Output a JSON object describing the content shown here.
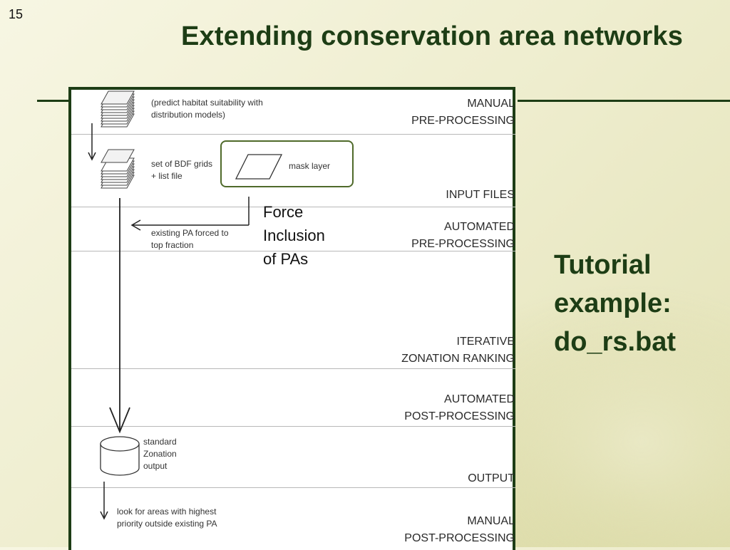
{
  "slide": {
    "number": "15",
    "title": "Extending conservation area networks",
    "tutorial_lines": [
      "Tutorial",
      "example:",
      "do_rs.bat"
    ]
  },
  "callout": {
    "lines": [
      "Force",
      "Inclusion",
      "of PAs"
    ]
  },
  "stages": [
    {
      "line1": "MANUAL",
      "line2": "PRE-PROCESSING"
    },
    {
      "line1": "",
      "line2": "INPUT FILES"
    },
    {
      "line1": "AUTOMATED",
      "line2": "PRE-PROCESSING"
    },
    {
      "line1": "ITERATIVE",
      "line2": "ZONATION RANKING"
    },
    {
      "line1": "AUTOMATED",
      "line2": "POST-PROCESSING"
    },
    {
      "line1": "",
      "line2": "OUTPUT"
    },
    {
      "line1": "MANUAL",
      "line2": "POST-PROCESSING"
    }
  ],
  "notes": {
    "predict": [
      "(predict habitat suitability with",
      "distribution models)"
    ],
    "bdf": [
      "set of BDF grids",
      "+ list file"
    ],
    "mask": "mask layer",
    "forced": [
      "existing PA forced to",
      "top fraction"
    ],
    "output": [
      "standard",
      "Zonation",
      "output"
    ],
    "lookfor": [
      "look for areas with highest",
      "priority outside existing PA"
    ]
  },
  "colors": {
    "accent": "#1d3d15",
    "mask_border": "#4f6a2a"
  }
}
